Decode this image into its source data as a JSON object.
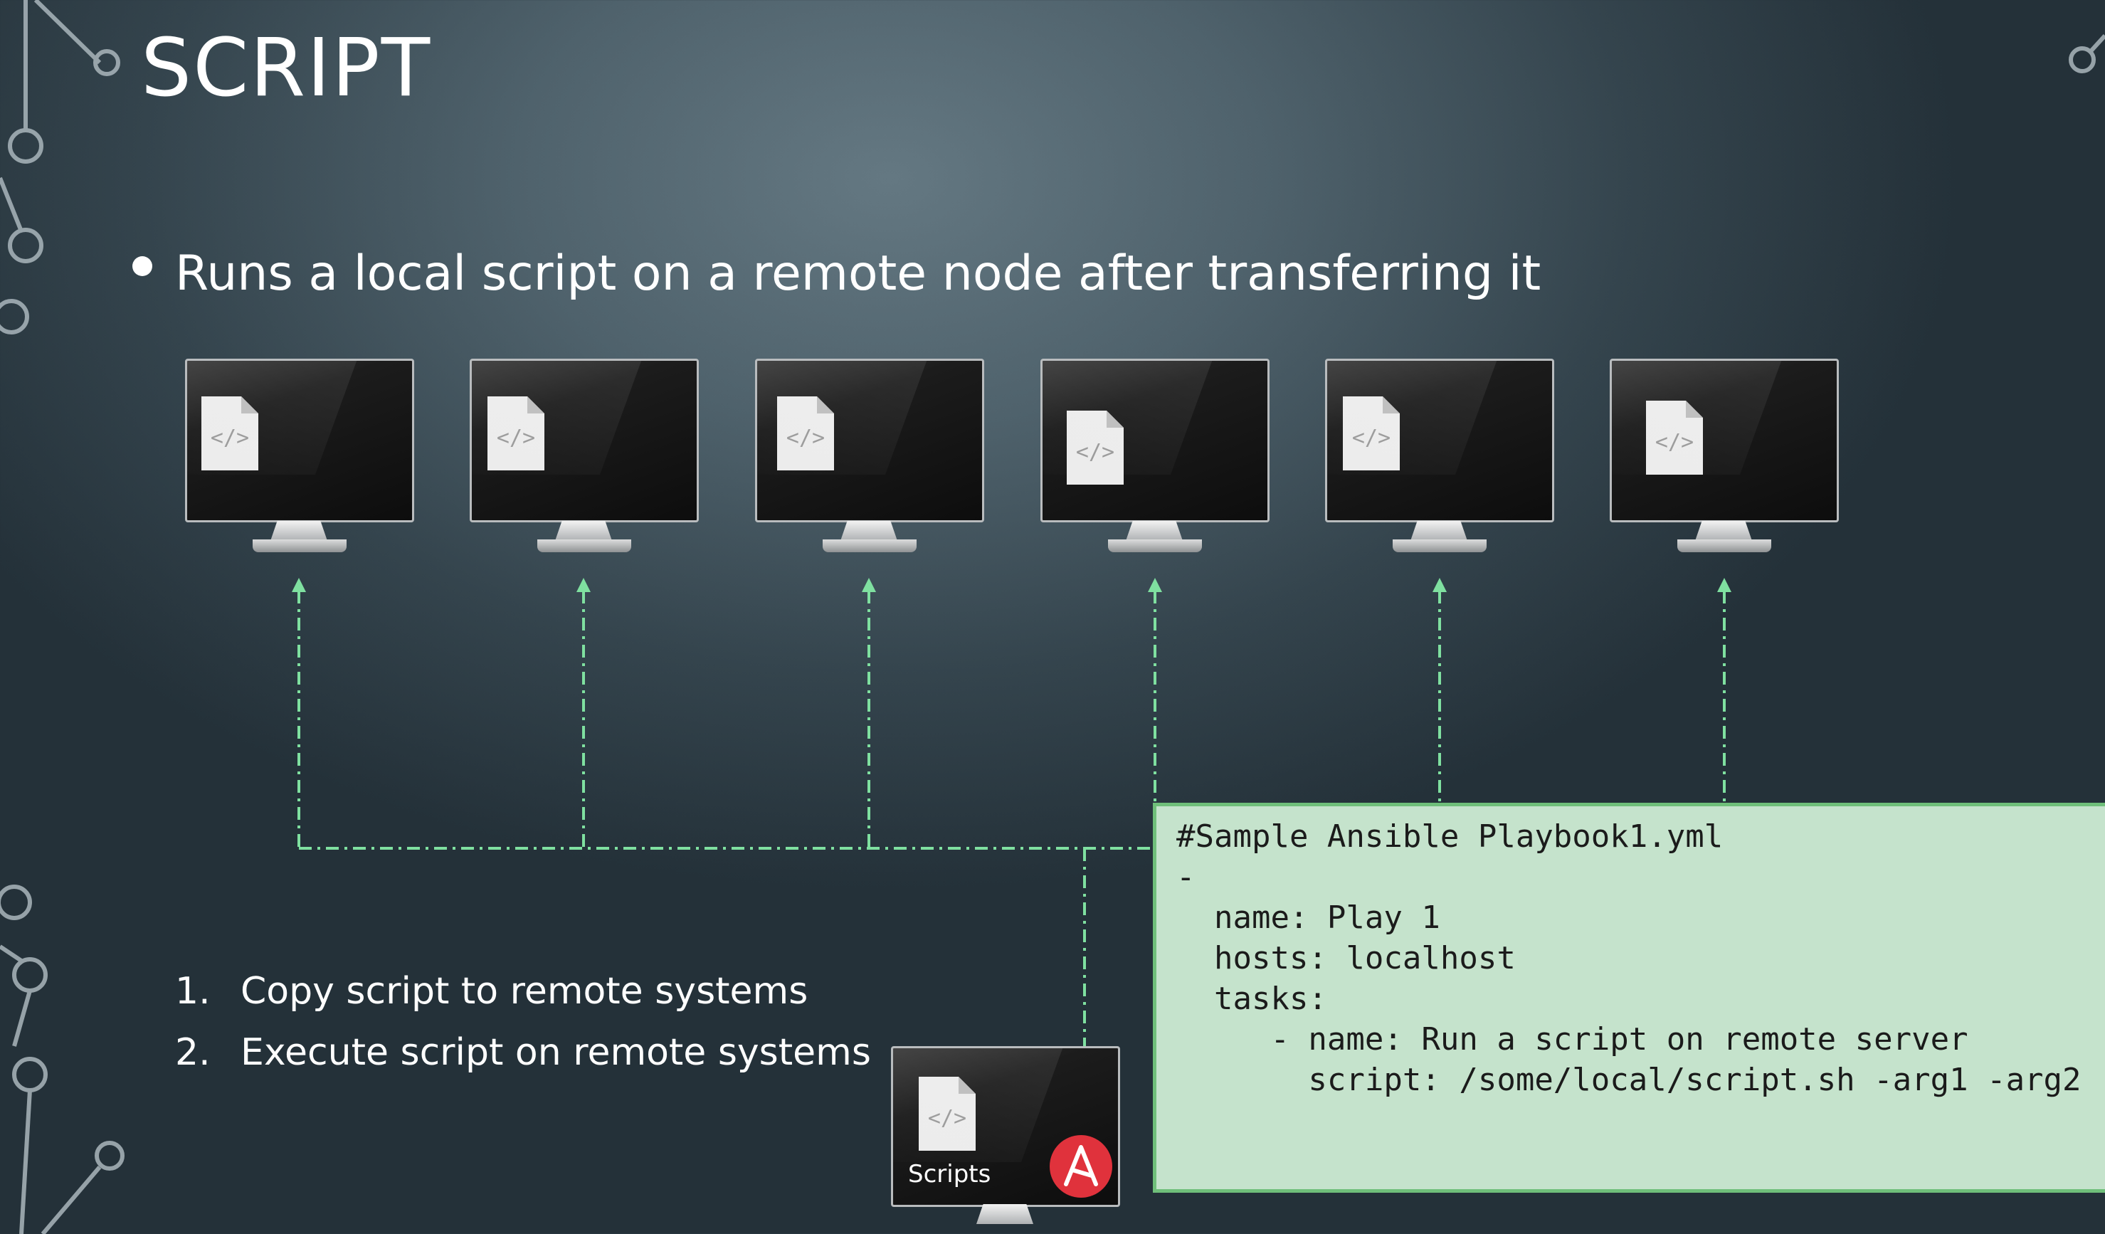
{
  "slide": {
    "title": "SCRIPT",
    "bullet": "Runs a local script on a remote node after transferring it",
    "steps": [
      {
        "number": "1.",
        "text": "Copy script to remote systems"
      },
      {
        "number": "2.",
        "text": "Execute script on remote systems"
      }
    ],
    "controller_label": "Scripts",
    "code_lines": [
      "#Sample Ansible Playbook1.yml",
      "-",
      "  name: Play 1",
      "  hosts: localhost",
      "  tasks:",
      "     - name: Run a script on remote server",
      "       script: /some/local/script.sh -arg1 -arg2"
    ]
  },
  "icons": {
    "file": "code-file-icon",
    "remote": "monitor-icon",
    "ansible": "ansible-logo-icon"
  },
  "colors": {
    "arrow": "#7fe0a0",
    "panel_bg": "#c5e3cc",
    "panel_border": "#6fbf7a",
    "ansible_red": "#e0323c"
  }
}
